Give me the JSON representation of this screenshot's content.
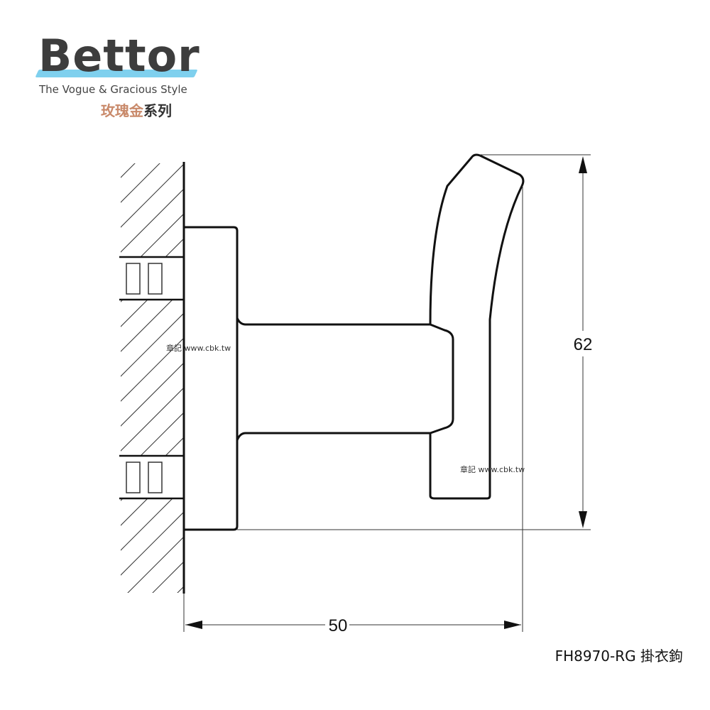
{
  "logo": {
    "brand": "Bettor",
    "tagline": "The Vogue & Gracious Style",
    "series_highlight": "玫瑰金",
    "series_suffix": "系列",
    "accent_color": "#7fd0ee",
    "rose_gold_color": "#c98a6b"
  },
  "drawing": {
    "dimension_width": "50",
    "dimension_height": "62",
    "watermark_1": "章記 www.cbk.tw",
    "watermark_2": "章記 www.cbk.tw"
  },
  "caption": "FH8970-RG 掛衣鉤"
}
